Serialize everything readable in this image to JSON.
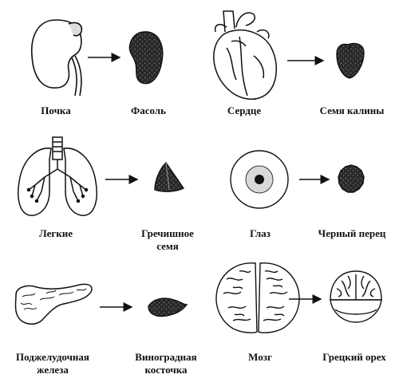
{
  "pairs": [
    {
      "organ": "Почка",
      "food": "Фасоль",
      "organ_icon": "kidney-icon",
      "food_icon": "bean-icon"
    },
    {
      "organ": "Сердце",
      "food": "Семя калины",
      "organ_icon": "heart-icon",
      "food_icon": "viburnum-seed-icon"
    },
    {
      "organ": "Легкие",
      "food": "Гречишное\nсемя",
      "organ_icon": "lungs-icon",
      "food_icon": "buckwheat-seed-icon"
    },
    {
      "organ": "Глаз",
      "food": "Черный перец",
      "organ_icon": "eye-icon",
      "food_icon": "black-pepper-icon"
    },
    {
      "organ": "Поджелудочная\nжелеза",
      "food": "Виноградная\nкосточка",
      "organ_icon": "pancreas-icon",
      "food_icon": "grape-seed-icon"
    },
    {
      "organ": "Мозг",
      "food": "Грецкий орех",
      "organ_icon": "brain-icon",
      "food_icon": "walnut-icon"
    }
  ]
}
